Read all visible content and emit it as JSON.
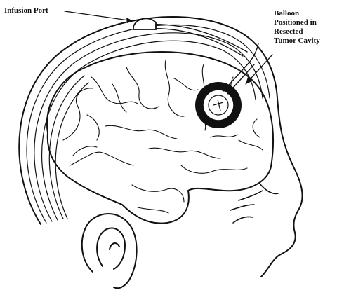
{
  "labels": {
    "infusion_port": "Infusion Port",
    "balloon_line1": "Balloon",
    "balloon_line2": "Positioned in",
    "balloon_line3": "Resected",
    "balloon_line4": "Tumor Cavity"
  },
  "colors": {
    "ink": "#111111",
    "background": "#ffffff"
  }
}
